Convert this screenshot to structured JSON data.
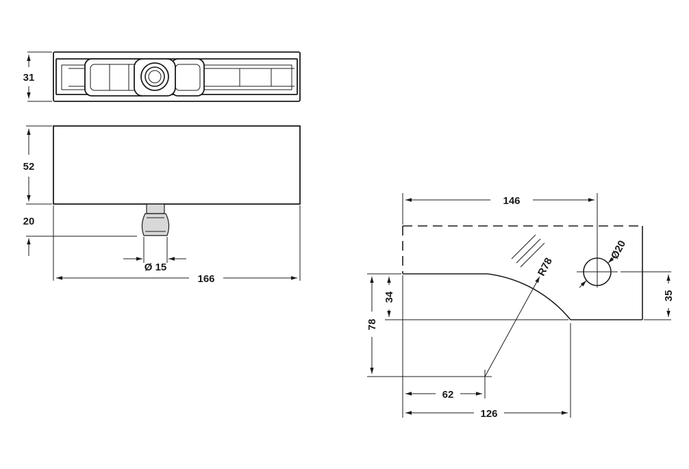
{
  "drawing": {
    "top_view": {
      "height_label": "31"
    },
    "front_view": {
      "height_label": "52",
      "pin_length_label": "20",
      "pin_diameter_label": "Ø 15",
      "width_label": "166"
    },
    "glass_cutout": {
      "width_label": "146",
      "hole_diameter_label": "Ø20",
      "radius_label": "R78",
      "cut_depth_label": "34",
      "hole_offset_label": "35",
      "radius_center_height_label": "78",
      "radius_center_offset_label": "62",
      "cutout_length_label": "126"
    }
  }
}
